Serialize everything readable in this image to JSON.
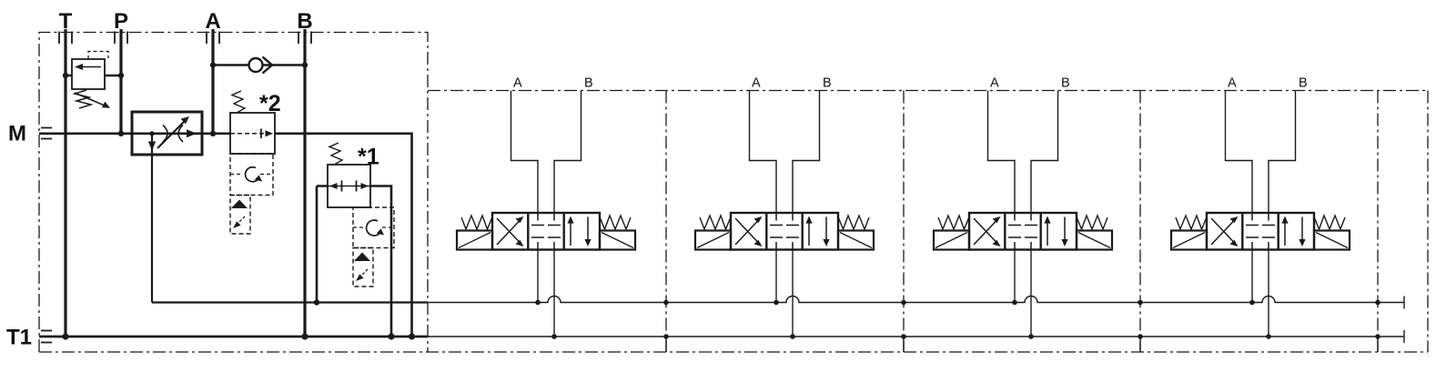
{
  "inlet": {
    "port_t": "T",
    "port_p": "P",
    "port_a": "A",
    "port_b": "B",
    "port_m": "M",
    "port_t1": "T1",
    "relief_mark_1": "*1",
    "relief_mark_2": "*2"
  },
  "sections": [
    {
      "port_a": "A",
      "port_b": "B"
    },
    {
      "port_a": "A",
      "port_b": "B"
    },
    {
      "port_a": "A",
      "port_b": "B"
    },
    {
      "port_a": "A",
      "port_b": "B"
    }
  ],
  "colors": {
    "ink": "#1a1a1a",
    "background": "#ffffff"
  }
}
